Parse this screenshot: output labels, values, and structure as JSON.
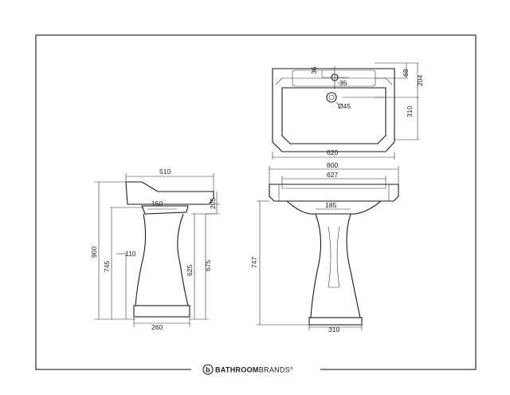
{
  "brand": {
    "name_bold": "BATHROOM",
    "name_light": "BRANDS",
    "mark": "®",
    "logo_letter": "b"
  },
  "top_view": {
    "dim_36": "36",
    "dim_35": "35",
    "dim_68": "68",
    "dim_204": "204",
    "dim_310": "310",
    "dim_hole": "Ø45",
    "dim_620": "620"
  },
  "side_view": {
    "dim_510": "510",
    "dim_150": "150",
    "dim_205": "205",
    "dim_900": "900",
    "dim_745": "745",
    "dim_110": "110",
    "dim_625": "625",
    "dim_675": "675",
    "dim_260": "260"
  },
  "front_view": {
    "dim_800": "800",
    "dim_627": "627",
    "dim_185": "185",
    "dim_747": "747",
    "dim_310": "310"
  }
}
